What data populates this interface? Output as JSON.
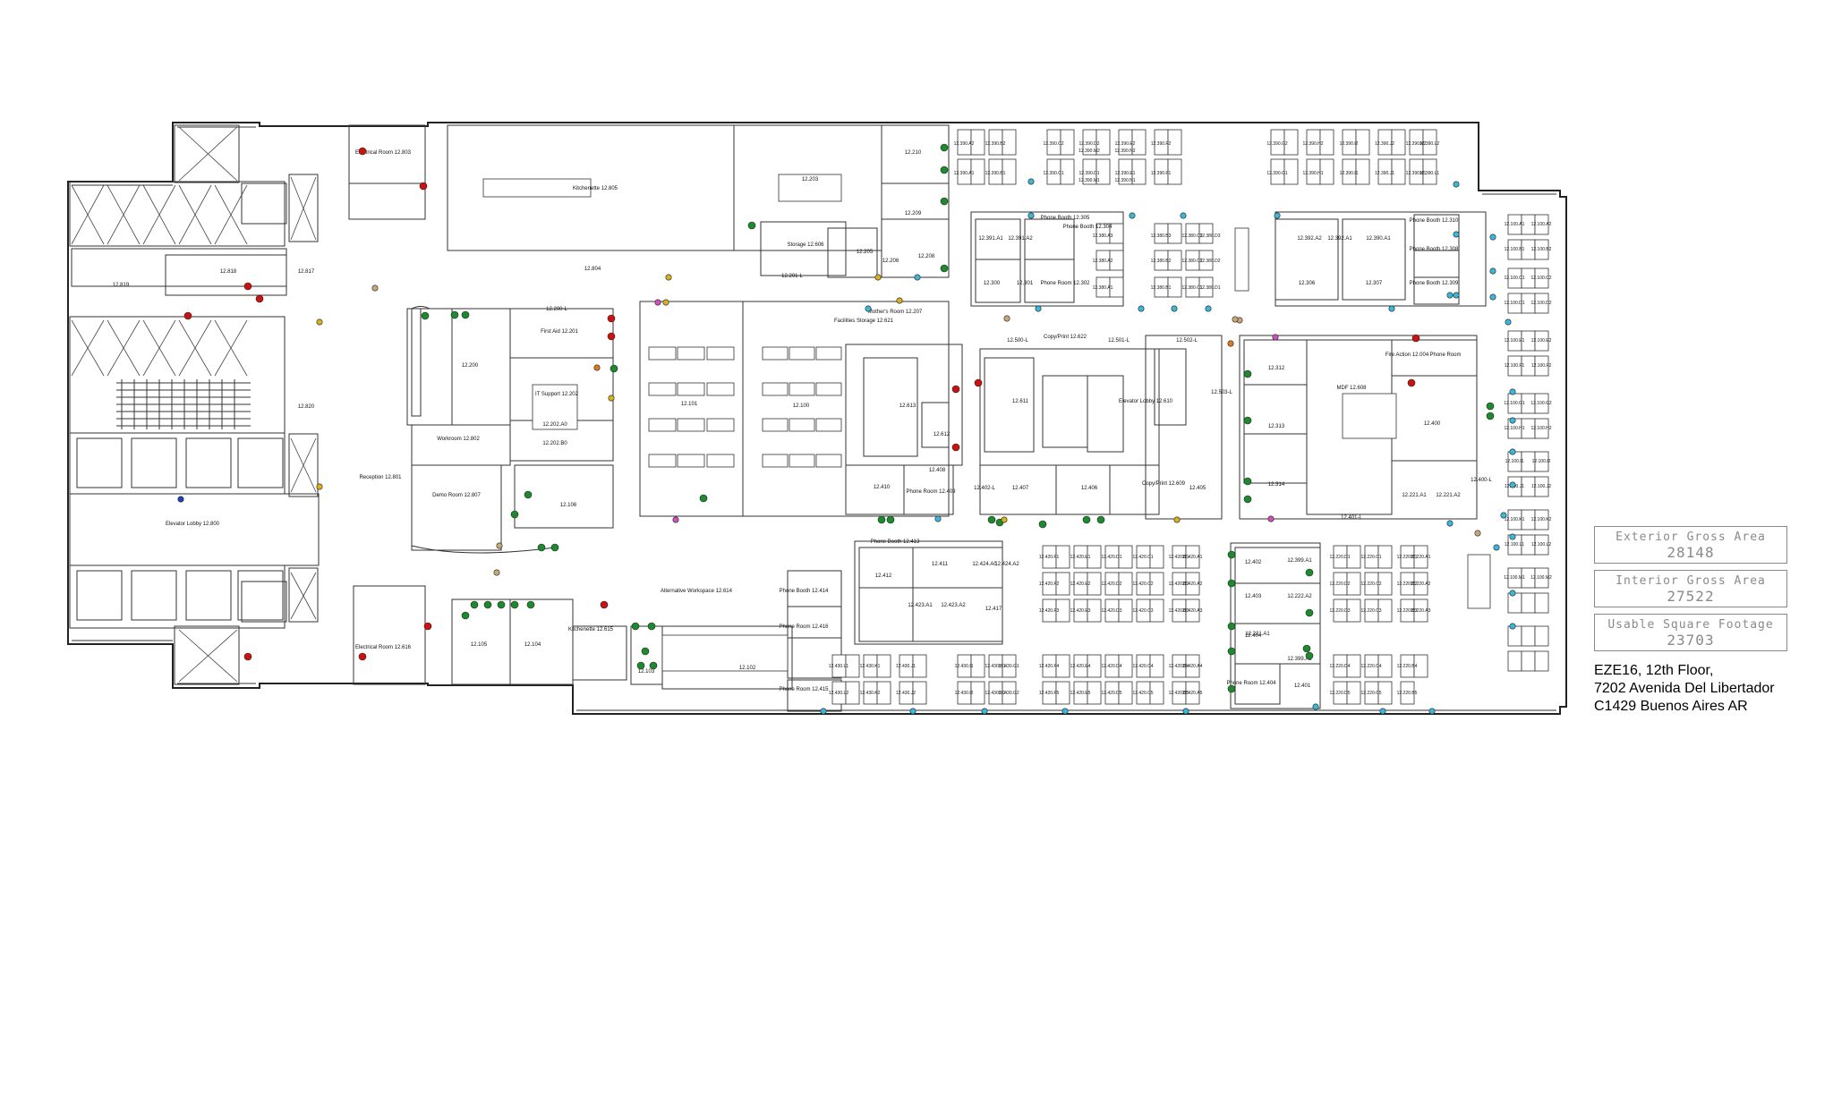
{
  "rooms": [
    {
      "id": "r1",
      "text": "Electrical Room 12.803"
    },
    {
      "id": "r2",
      "text": "Kitchenette 12.805"
    },
    {
      "id": "r3",
      "text": "12.203"
    },
    {
      "id": "r4",
      "text": "12.210"
    },
    {
      "id": "r5",
      "text": "12.209"
    },
    {
      "id": "r6",
      "text": "Storage 12.606"
    },
    {
      "id": "r7",
      "text": "12.205"
    },
    {
      "id": "r8",
      "text": "12.206"
    },
    {
      "id": "r9",
      "text": "12.208"
    },
    {
      "id": "r10",
      "text": "12.201-L"
    },
    {
      "id": "r11",
      "text": "12.804"
    },
    {
      "id": "r12",
      "text": "12.819"
    },
    {
      "id": "r13",
      "text": "12.818"
    },
    {
      "id": "r14",
      "text": "12.817"
    },
    {
      "id": "r15",
      "text": "12.820"
    },
    {
      "id": "r16",
      "text": "12.200-L"
    },
    {
      "id": "r17",
      "text": "First Aid 12.201"
    },
    {
      "id": "r18",
      "text": "12.200"
    },
    {
      "id": "r19",
      "text": "IT Support 12.202"
    },
    {
      "id": "r20",
      "text": "12.202.A0"
    },
    {
      "id": "r21",
      "text": "12.202.B0"
    },
    {
      "id": "r22",
      "text": "Workroom 12.802"
    },
    {
      "id": "r23",
      "text": "Reception 12.801"
    },
    {
      "id": "r24",
      "text": "Demo Room 12.807"
    },
    {
      "id": "r25",
      "text": "12.106"
    },
    {
      "id": "r26",
      "text": "Elevator Lobby 12.800"
    },
    {
      "id": "r27",
      "text": "12.101"
    },
    {
      "id": "r28",
      "text": "12.100"
    },
    {
      "id": "r29",
      "text": "Facilities Storage 12.621"
    },
    {
      "id": "r30",
      "text": "Mother's Room 12.207"
    },
    {
      "id": "r31",
      "text": "12.613"
    },
    {
      "id": "r32",
      "text": "12.612"
    },
    {
      "id": "r33",
      "text": "12.410"
    },
    {
      "id": "r34",
      "text": "12.408"
    },
    {
      "id": "r35",
      "text": "Phone Room 12.409"
    },
    {
      "id": "r36",
      "text": "12.402-L"
    },
    {
      "id": "r37",
      "text": "12.407"
    },
    {
      "id": "r38",
      "text": "12.406"
    },
    {
      "id": "r39",
      "text": "12.611"
    },
    {
      "id": "r40",
      "text": "12.500-L"
    },
    {
      "id": "r41",
      "text": "Copy/Print 12.622"
    },
    {
      "id": "r42",
      "text": "12.501-L"
    },
    {
      "id": "r43",
      "text": "12.502-L"
    },
    {
      "id": "r44",
      "text": "Elevator Lobby 12.610"
    },
    {
      "id": "r45",
      "text": "Copy/Print 12.609"
    },
    {
      "id": "r46",
      "text": "12.405"
    },
    {
      "id": "r47",
      "text": "12.503-L"
    },
    {
      "id": "r48",
      "text": "12.312"
    },
    {
      "id": "r49",
      "text": "12.313"
    },
    {
      "id": "r50",
      "text": "12.314"
    },
    {
      "id": "r51",
      "text": "MDF 12.608"
    },
    {
      "id": "r52",
      "text": "Fire Action 12.004"
    },
    {
      "id": "r53",
      "text": "Phone Room"
    },
    {
      "id": "r54",
      "text": "12.400"
    },
    {
      "id": "r55",
      "text": "12.401-L"
    },
    {
      "id": "r56",
      "text": "12.400-L"
    },
    {
      "id": "r57",
      "text": "12.221.A1"
    },
    {
      "id": "r58",
      "text": "12.221.A2"
    },
    {
      "id": "r59",
      "text": "Phone Booth 12.305"
    },
    {
      "id": "r60",
      "text": "Phone Booth 12.304"
    },
    {
      "id": "r61",
      "text": "12.391.A1"
    },
    {
      "id": "r62",
      "text": "12.391.A2"
    },
    {
      "id": "r63",
      "text": "12.300"
    },
    {
      "id": "r64",
      "text": "12.301"
    },
    {
      "id": "r65",
      "text": "Phone Room 12.302"
    },
    {
      "id": "r66",
      "text": "12.392.A2"
    },
    {
      "id": "r67",
      "text": "12.392.A1"
    },
    {
      "id": "r68",
      "text": "12.390.A1"
    },
    {
      "id": "r69",
      "text": "Phone Booth 12.310"
    },
    {
      "id": "r70",
      "text": "12.306"
    },
    {
      "id": "r71",
      "text": "12.307"
    },
    {
      "id": "r72",
      "text": "Phone Booth 12.308"
    },
    {
      "id": "r73",
      "text": "Phone Booth 12.309"
    },
    {
      "id": "r74",
      "text": "Phone Booth 12.413"
    },
    {
      "id": "r75",
      "text": "12.411"
    },
    {
      "id": "r76",
      "text": "12.412"
    },
    {
      "id": "r77",
      "text": "12.424.A0"
    },
    {
      "id": "r78",
      "text": "12.424.A2"
    },
    {
      "id": "r79",
      "text": "12.423.A1"
    },
    {
      "id": "r80",
      "text": "12.423.A2"
    },
    {
      "id": "r81",
      "text": "12.417"
    },
    {
      "id": "r82",
      "text": "Phone Booth 12.414"
    },
    {
      "id": "r83",
      "text": "Phone Room 12.416"
    },
    {
      "id": "r84",
      "text": "Phone Room 12.415"
    },
    {
      "id": "r85",
      "text": "Alternative Workspace 12.614"
    },
    {
      "id": "r86",
      "text": "12.105"
    },
    {
      "id": "r87",
      "text": "12.104"
    },
    {
      "id": "r88",
      "text": "Kitchenette 12.615"
    },
    {
      "id": "r89",
      "text": "12.103"
    },
    {
      "id": "r90",
      "text": "12.102"
    },
    {
      "id": "r91",
      "text": "Electrical Room 12.616"
    },
    {
      "id": "r92",
      "text": "12.402"
    },
    {
      "id": "r93",
      "text": "12.403"
    },
    {
      "id": "r94",
      "text": "12.404"
    },
    {
      "id": "r95",
      "text": "Phone Room 12.404"
    },
    {
      "id": "r96",
      "text": "12.401"
    },
    {
      "id": "r97",
      "text": "12.399.A1"
    },
    {
      "id": "r98",
      "text": "12.222.A2"
    },
    {
      "id": "r99",
      "text": "12.221.A1"
    },
    {
      "id": "r100",
      "text": "12.399.A2"
    }
  ],
  "desk_labels": [
    "12.390.A2",
    "12.390.B2",
    "12.390.C2",
    "12.390.D2",
    "12.390.E2",
    "12.390.F2",
    "12.390.G2",
    "12.390.H2",
    "12.390.I2",
    "12.390.J2",
    "12.390.K2",
    "12.390.L2",
    "12.390.M2",
    "12.390.N2",
    "12.390.A1",
    "12.390.B1",
    "12.390.C1",
    "12.390.D1",
    "12.390.E1",
    "12.390.F1",
    "12.390.G1",
    "12.390.H1",
    "12.390.I1",
    "12.390.J1",
    "12.390.K1",
    "12.390.L1",
    "12.390.M1",
    "12.390.N1",
    "12.380.A3",
    "12.380.B3",
    "12.380.C3",
    "12.380.D3",
    "12.380.A2",
    "12.380.B2",
    "12.380.C2",
    "12.380.D2",
    "12.380.A1",
    "12.380.B1",
    "12.380.C1",
    "12.380.D1",
    "12.420.F1",
    "12.420.E1",
    "12.420.D1",
    "12.420.C1",
    "12.420.B1",
    "12.420.A1",
    "12.420.F2",
    "12.420.E2",
    "12.420.D2",
    "12.420.C2",
    "12.420.B2",
    "12.420.A2",
    "12.420.F3",
    "12.420.E3",
    "12.420.D3",
    "12.420.C3",
    "12.420.B3",
    "12.420.A3",
    "12.420.F4",
    "12.420.E4",
    "12.420.D4",
    "12.420.C4",
    "12.420.B4",
    "12.420.A4",
    "12.420.F5",
    "12.420.E5",
    "12.420.D5",
    "12.420.C5",
    "12.420.B5",
    "12.420.A5",
    "12.220.D1",
    "12.220.C1",
    "12.220.B1",
    "12.220.A1",
    "12.220.D2",
    "12.220.C2",
    "12.220.B2",
    "12.220.A2",
    "12.220.D3",
    "12.220.C3",
    "12.220.B3",
    "12.220.A3",
    "12.220.D4",
    "12.220.C4",
    "12.220.B4",
    "12.220.D5",
    "12.220.C5",
    "12.220.B5",
    "12.430.L1",
    "12.430.K1",
    "12.430.J1",
    "12.430.I1",
    "12.430.H1",
    "12.430.G1",
    "12.430.L2",
    "12.430.K2",
    "12.430.J2",
    "12.430.I2",
    "12.430.H2",
    "12.430.G2",
    "12.100.A1",
    "12.100.A2",
    "12.100.B1",
    "12.100.B2",
    "12.100.C1",
    "12.100.C2",
    "12.100.D1",
    "12.100.D2",
    "12.100.E1",
    "12.100.E2",
    "12.100.F1",
    "12.100.F2",
    "12.100.G1",
    "12.100.G2",
    "12.100.H1",
    "12.100.H2",
    "12.100.I1",
    "12.100.I2",
    "12.100.J1",
    "12.100.J2",
    "12.100.K1",
    "12.100.K2",
    "12.100.L1",
    "12.100.L2",
    "12.100.M1",
    "12.100.M2"
  ],
  "markers": {
    "red": "#cc1111",
    "green": "#1e8a2e",
    "cyan": "#3bb8d8",
    "yellow": "#d8b020",
    "orange": "#e07a20",
    "pink": "#d050c0",
    "blue": "#2040c0",
    "tan": "#c8a878"
  },
  "area_summary": [
    {
      "label": "Exterior Gross Area",
      "value": "28148"
    },
    {
      "label": "Interior Gross Area",
      "value": "27522"
    },
    {
      "label": "Usable Square Footage",
      "value": "23703"
    }
  ],
  "address": {
    "line1": "EZE16, 12th Floor,",
    "line2": "7202 Avenida Del Libertador",
    "line3": "C1429 Buenos Aires AR"
  }
}
